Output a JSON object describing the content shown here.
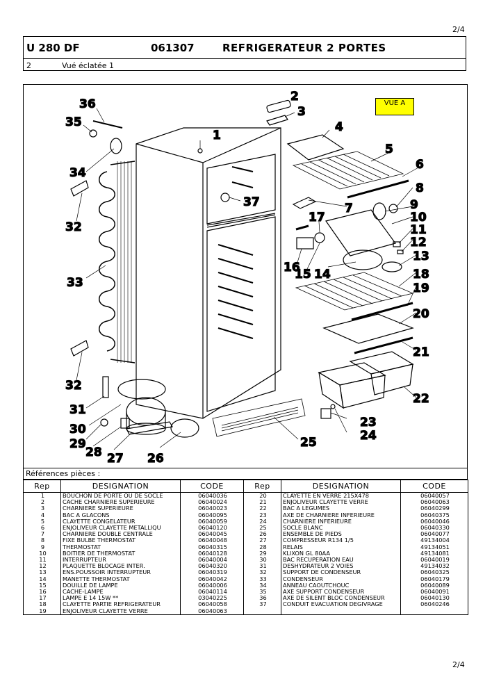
{
  "page_top": "2/4",
  "page_bottom": "2/4",
  "header": {
    "model": "U 280 DF",
    "code": "061307",
    "title": "REFRIGERATEUR 2 PORTES",
    "sub_num": "2",
    "sub_text": "Vué éclatée 1"
  },
  "diagram": {
    "vue_label": "VUE A",
    "callouts": [
      "1",
      "2",
      "3",
      "4",
      "5",
      "6",
      "7",
      "8",
      "9",
      "10",
      "11",
      "12",
      "13",
      "14",
      "15",
      "16",
      "17",
      "18",
      "19",
      "20",
      "21",
      "22",
      "23",
      "24",
      "25",
      "26",
      "27",
      "28",
      "29",
      "30",
      "31",
      "32",
      "32",
      "33",
      "34",
      "35",
      "36",
      "37"
    ]
  },
  "refs_label": "Références pièces  :",
  "table": {
    "headers": [
      "Rep",
      "DESIGNATION",
      "CODE",
      "Rep",
      "DESIGNATION",
      "CODE"
    ],
    "rows": [
      [
        "1",
        "BOUCHON DE PORTE OU DE SOCLE",
        "06040036",
        "20",
        "CLAYETTE EN VERRE 215X478",
        "06040057"
      ],
      [
        "2",
        "CACHE CHARNIERE SUPERIEURE",
        "06040024",
        "21",
        "ENJOLIVEUR CLAYETTE VERRE",
        "06040063"
      ],
      [
        "3",
        "CHARNIERE SUPERIEURE",
        "06040023",
        "22",
        "BAC A LEGUMES",
        "06040299"
      ],
      [
        "4",
        "BAC A GLACONS",
        "06040095",
        "23",
        "AXE DE CHARNIERE INFERIEURE",
        "06040375"
      ],
      [
        "5",
        "CLAYETTE CONGELATEUR",
        "06040059",
        "24",
        "CHARNIERE INFERIEURE",
        "06040046"
      ],
      [
        "6",
        "ENJOLIVEUR CLAYETTE METALLIQU",
        "06040120",
        "25",
        "SOCLE BLANC",
        "06040330"
      ],
      [
        "7",
        "CHARNIERE DOUBLE CENTRALE",
        "06040045",
        "26",
        "ENSEMBLE DE PIEDS",
        "06040077"
      ],
      [
        "8",
        "FIXE BULBE THERMOSTAT",
        "06040048",
        "27",
        "COMPRESSEUR R134 1/5",
        "49134004"
      ],
      [
        "9",
        "THERMOSTAT",
        "06040315",
        "28",
        "RELAIS",
        "49134051"
      ],
      [
        "10",
        "BOITIER DE THERMOSTAT",
        "06040128",
        "29",
        "KLIXON  GL 80AA",
        "49134081"
      ],
      [
        "11",
        "INTERRUPTEUR",
        "06040004",
        "30",
        "BAC RECUPERATION EAU",
        "06040019"
      ],
      [
        "12",
        "PLAQUETTE BLOCAGE INTER.",
        "06040320",
        "31",
        "DESHYDRATEUR 2 VOIES",
        "49134032"
      ],
      [
        "13",
        "ENS.POUSSOIR INTERRUPTEUR",
        "06040319",
        "32",
        "SUPPORT DE CONDENSEUR",
        "06040325"
      ],
      [
        "14",
        "MANETTE THERMOSTAT",
        "06040042",
        "33",
        "CONDENSEUR",
        "06040179"
      ],
      [
        "15",
        "DOUILLE DE LAMPE",
        "06040006",
        "34",
        "ANNEAU CAOUTCHOUC",
        "06040089"
      ],
      [
        "16",
        "CACHE-LAMPE",
        "06040114",
        "35",
        "AXE SUPPORT CONDENSEUR",
        "06040091"
      ],
      [
        "17",
        "LAMPE E 14 15W **",
        "03040225",
        "36",
        "AXE DE SILENT BLOC CONDENSEUR",
        "06040130"
      ],
      [
        "18",
        "CLAYETTE PARTIE REFRIGERATEUR",
        "06040058",
        "37",
        "CONDUIT EVACUATION DEGIVRAGE",
        "06040246"
      ],
      [
        "19",
        "ENJOLIVEUR CLAYETTE VERRE",
        "06040063",
        "",
        "",
        ""
      ]
    ]
  }
}
